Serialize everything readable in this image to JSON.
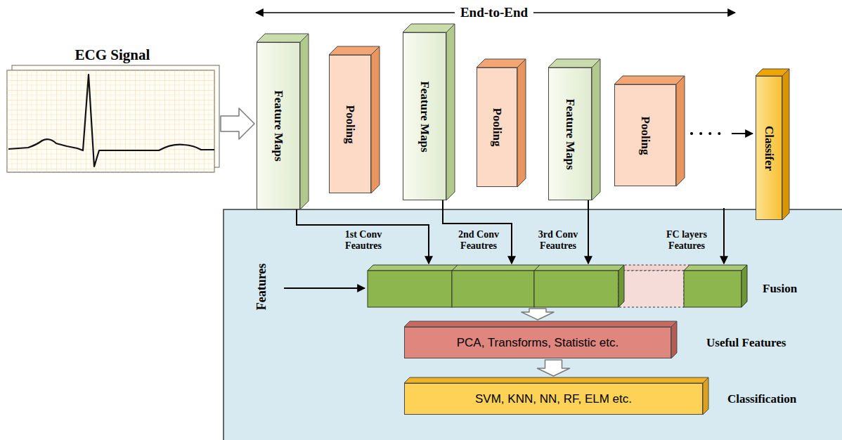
{
  "diagram": {
    "nodes": [
      {
        "text": [
          "ECG Signal"
        ]
      },
      {
        "text": [
          "Feature Maps"
        ]
      },
      {
        "text": [
          "Pooling"
        ]
      },
      {
        "text": [
          "Feature Maps"
        ]
      },
      {
        "text": [
          "Pooling"
        ]
      },
      {
        "text": [
          "Feature Maps"
        ]
      },
      {
        "text": [
          "Pooling"
        ]
      },
      {
        "text": [
          "Classifer"
        ]
      },
      {
        "text": [
          "Fusion"
        ]
      },
      {
        "text": [
          "PCA, Transforms, Statistic etc.",
          "Useful Features"
        ]
      },
      {
        "text": [
          "SVM, KNN, NN, RF, ELM etc.",
          "Classification"
        ]
      }
    ],
    "edges": [
      {
        "from": 0,
        "to": 1,
        "arrow": "to"
      },
      {
        "from": 1,
        "to": 8,
        "label": "1st Conv Feautres",
        "arrow": "to"
      },
      {
        "from": 3,
        "to": 8,
        "label": "2nd Conv Feautres",
        "arrow": "to"
      },
      {
        "from": 5,
        "to": 8,
        "label": "3rd Conv Feautres",
        "arrow": "to"
      },
      {
        "from": 6,
        "to": 7,
        "arrow": "to"
      },
      {
        "from": 8,
        "to": 9,
        "arrow": "to"
      },
      {
        "from": 9,
        "to": 10,
        "arrow": "to"
      }
    ],
    "labels": [
      "End-to-End",
      "FC layers Features",
      "Features"
    ]
  }
}
